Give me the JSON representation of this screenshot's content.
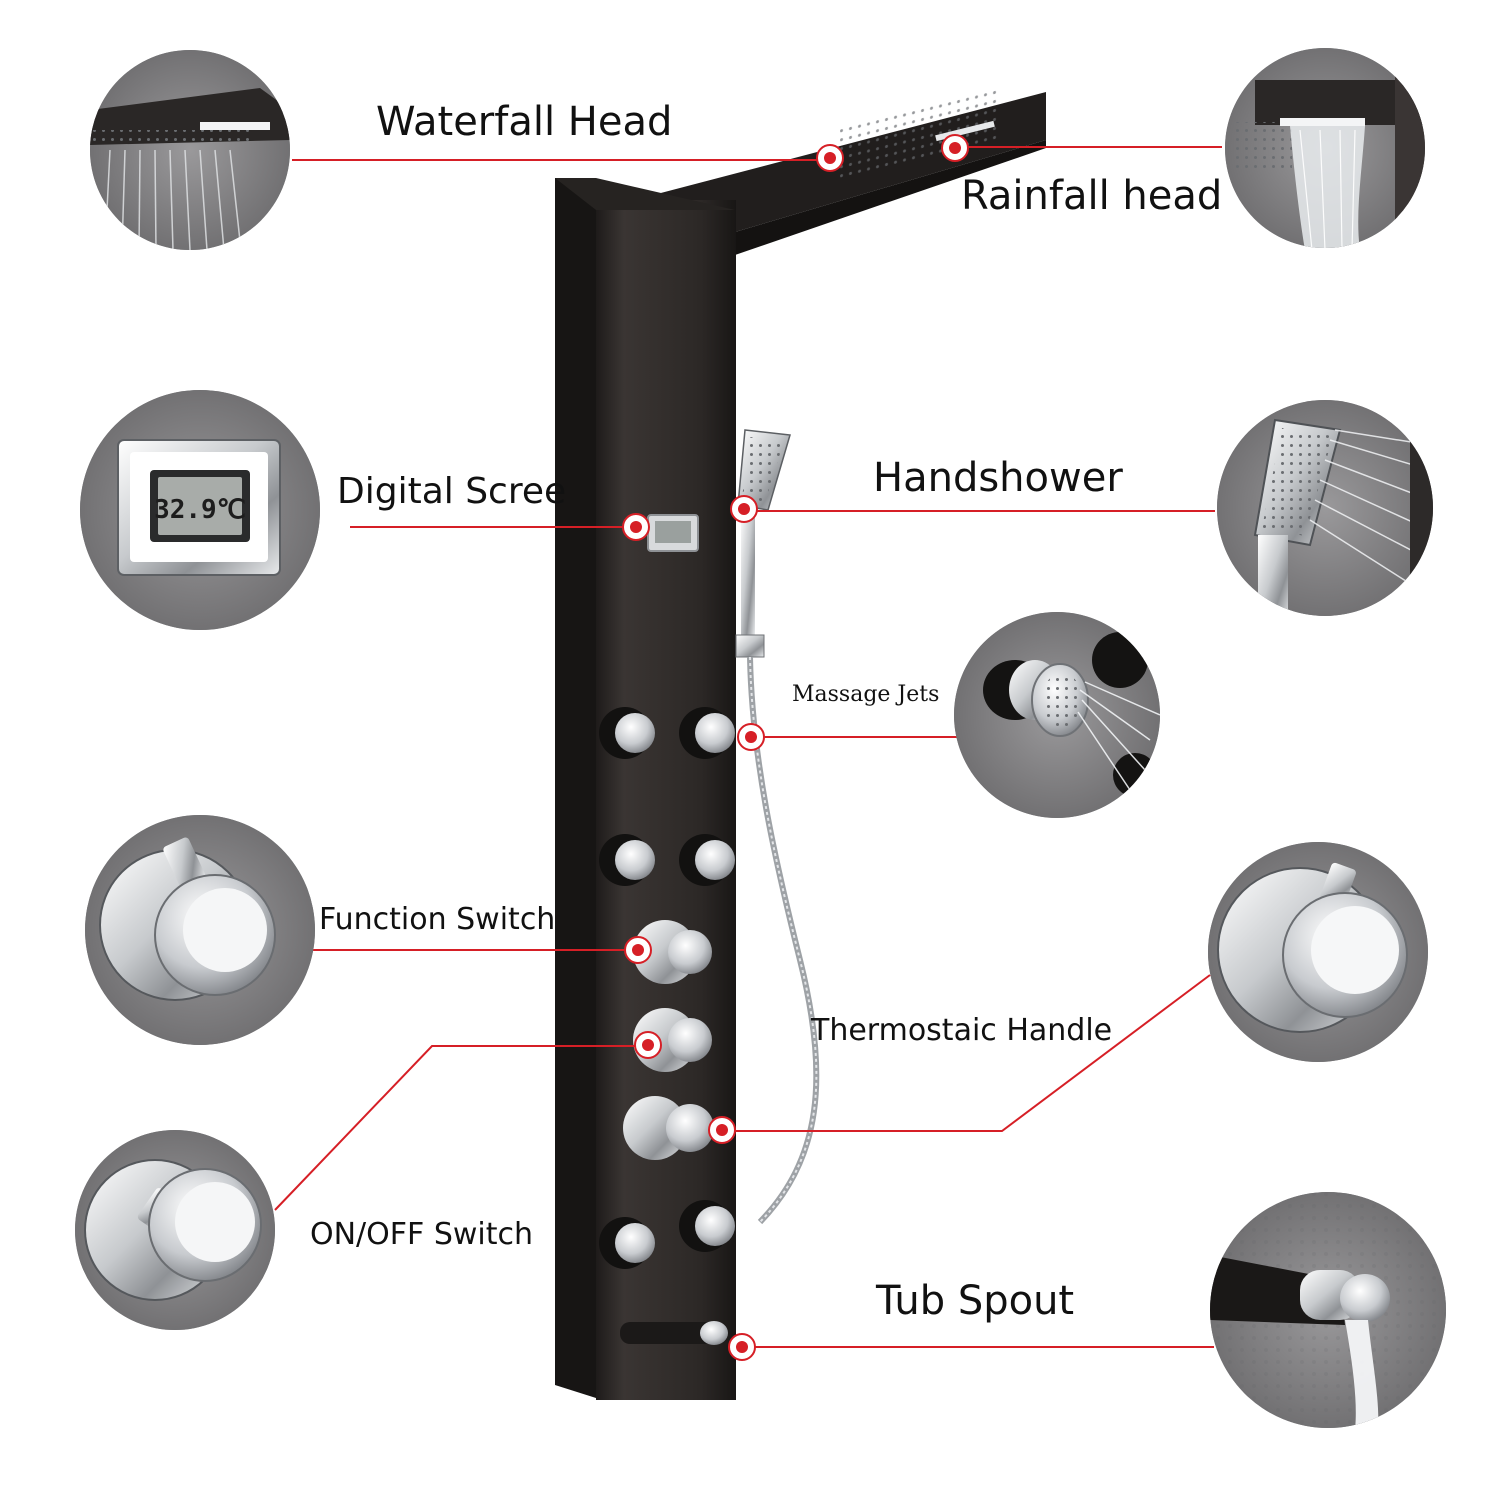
{
  "colors": {
    "leader_line": "#d61f26",
    "panel": "#2f2b29",
    "chrome": "#c9ccd0",
    "detail_bg": "#7c7b7d"
  },
  "thermometer_reading": "32.9℃",
  "callouts": [
    {
      "id": "waterfall-head",
      "label": "Waterfall Head",
      "icon": "waterfall-head-detail-icon"
    },
    {
      "id": "rainfall-head",
      "label": "Rainfall head",
      "icon": "rainfall-head-detail-icon"
    },
    {
      "id": "digital-screen",
      "label": "Digital Scree",
      "icon": "digital-screen-detail-icon"
    },
    {
      "id": "handshower",
      "label": "Handshower",
      "icon": "handshower-detail-icon"
    },
    {
      "id": "massage-jets",
      "label": "Massage Jets",
      "icon": "massage-jet-detail-icon"
    },
    {
      "id": "function-switch",
      "label": "Function Switch",
      "icon": "function-switch-detail-icon"
    },
    {
      "id": "thermostatic-handle",
      "label": "Thermostaic Handle",
      "icon": "thermostatic-handle-detail-icon"
    },
    {
      "id": "on-off-switch",
      "label": "ON/OFF Switch",
      "icon": "on-off-switch-detail-icon"
    },
    {
      "id": "tub-spout",
      "label": "Tub Spout",
      "icon": "tub-spout-detail-icon"
    }
  ]
}
